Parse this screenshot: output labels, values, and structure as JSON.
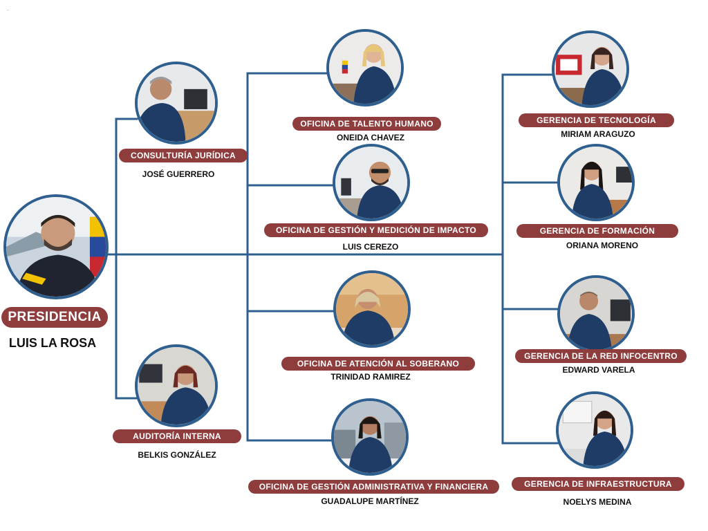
{
  "presidency": {
    "title": "PRESIDENCIA",
    "name": "LUIS LA ROSA"
  },
  "left_units": [
    {
      "title": "CONSULTURÍA JURÍDICA",
      "name": "JOSÉ GUERRERO"
    },
    {
      "title": "AUDITORÍA INTERNA",
      "name": "BELKIS GONZÁLEZ"
    }
  ],
  "middle_units": [
    {
      "title": "OFICINA DE TALENTO  HUMANO",
      "name": "ONEIDA CHAVEZ"
    },
    {
      "title": "OFICINA DE GESTIÓN Y MEDICIÓN DE IMPACTO",
      "name": "LUIS CEREZO"
    },
    {
      "title": "OFICINA DE ATENCIÓN AL SOBERANO",
      "name": "TRINIDAD RAMIREZ"
    },
    {
      "title": "OFICINA DE GESTIÓN ADMINISTRATIVA Y FINANCIERA",
      "name": "GUADALUPE MARTÍNEZ"
    }
  ],
  "right_units": [
    {
      "title": "GERENCIA DE TECNOLOGÍA",
      "name": "MIRIAM ARAGUZO"
    },
    {
      "title": "GERENCIA DE FORMACIÓN",
      "name": "ORIANA MORENO"
    },
    {
      "title": "GERENCIA DE LA RED INFOCENTRO",
      "name": "EDWARD VARELA"
    },
    {
      "title": "GERENCIA DE INFRAESTRUCTURA",
      "name": "NOELYS MEDINA"
    }
  ],
  "colors": {
    "line": "#2e5f8e",
    "label_bg": "#8f3c3d",
    "label_text": "#ffffff",
    "shirt": "#1f3c66"
  }
}
